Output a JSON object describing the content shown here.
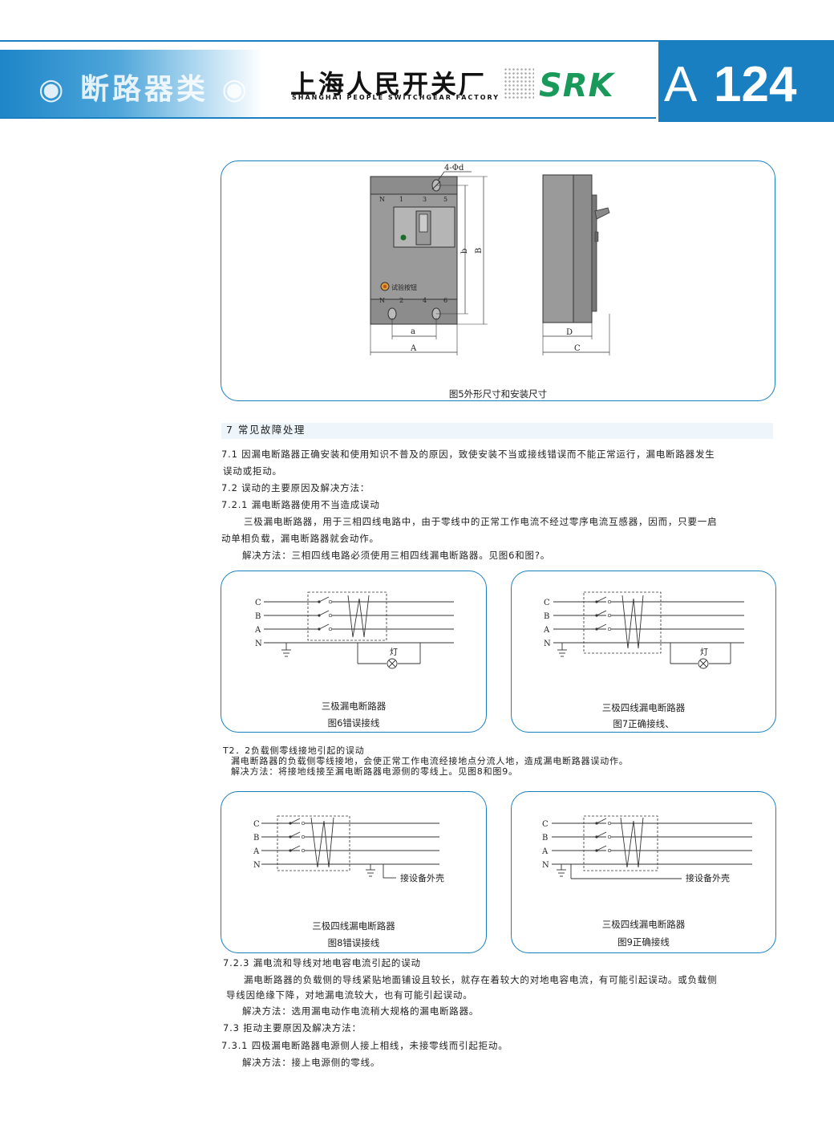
{
  "header": {
    "category": "◉ 断路器类 ◉",
    "factory_cn": "上海人民开关厂",
    "factory_en": "SHANGHAI PEOPLE SWITCHGEAR FACTORY",
    "brand": "SRK",
    "page_prefix": "A",
    "page_number": "124"
  },
  "fig5": {
    "label_4phid": "4-Φd",
    "label_b": "b",
    "label_B": "B",
    "label_a": "a",
    "label_A": "A",
    "label_D": "D",
    "label_C": "C",
    "top_terminals": [
      "N",
      "1",
      "3",
      "5"
    ],
    "bottom_terminals": [
      "N",
      "2",
      "4",
      "6"
    ],
    "test_button": "试验按钮",
    "caption": "图5外形尺寸和安装尺寸"
  },
  "section7": {
    "title": "7 常见故障处理",
    "p71_line1": "7.1 因漏电断路器正确安装和使用知识不普及的原因，致使安装不当或接线错误而不能正常运行，漏电断路器发生",
    "p71_line2": "误动或拒动。",
    "p72": "7.2 误动的主要原因及解决方法：",
    "p721": "7.2.1 漏电断路器使用不当造成误动",
    "p721_body1": "三极漏电断路器，用于三相四线电路中，由于零线中的正常工作电流不经过零序电流互感器，因而，只要一启",
    "p721_body2": "动单相负载，漏电断路器就会动作。",
    "p721_solution": "解决方法：三相四线电路必须使用三相四线漏电断路器。见图6和图?。",
    "p722_title": "T2．2负载侧零线接地引起的误动",
    "p722_body": "漏电断路器的负载侧零线接地，会使正常工作电流经接地点分流人地，造成漏电断路器误动作。",
    "p722_solution": "解决方法：将接地线接至漏电断路器电源侧的零线上。见图8和图9。",
    "p723": "7.2.3 漏电流和导线对地电容电流引起的误动",
    "p723_body1": "漏电断路器的负载侧的导线紧贴地面铺设且较长，就存在着较大的对地电容电流，有可能引起误动。或负载侧",
    "p723_body2": "导线因绝缘下降，对地漏电流较大，也有可能引起误动。",
    "p723_solution": "解决方法：选用漏电动作电流稍大规格的漏电断路器。",
    "p73": "7.3 拒动主要原因及解决方法：",
    "p731": "7.3.1 四极漏电断路器电源侧人接上相线，未接零线而引起拒动。",
    "p731_solution": "解决方法：接上电源侧的零线。"
  },
  "wire_labels": [
    "C",
    "B",
    "A",
    "N"
  ],
  "fig6": {
    "lamp": "灯",
    "breaker": "三极漏电断路器",
    "caption": "图6错误接线"
  },
  "fig7": {
    "lamp": "灯",
    "breaker": "三极四线漏电断路器",
    "caption": "图7正确接线、"
  },
  "fig8": {
    "housing": "接设备外壳",
    "breaker": "三极四线漏电断路器",
    "caption": "图8错误接线"
  },
  "fig9": {
    "housing": "接设备外壳",
    "breaker": "三极四线漏电断路器",
    "caption": "图9正确接线"
  },
  "colors": {
    "accent": "#1a7fc0",
    "brand_green": "#1a9a5a",
    "device_gray": "#9a9a9a"
  }
}
